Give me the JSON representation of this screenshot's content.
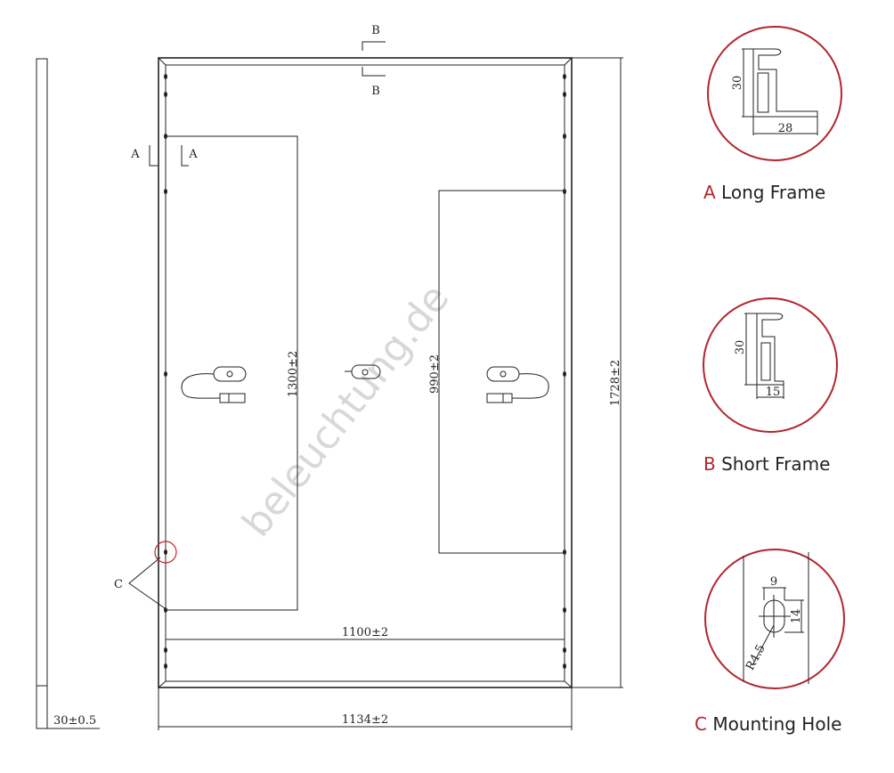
{
  "drawing": {
    "dimensions": {
      "thickness": "30±0.5",
      "width_outer": "1134±2",
      "width_inner": "1100±2",
      "height": "1728±2",
      "long_span": "1300±2",
      "short_span": "990±2"
    },
    "section_marks": {
      "a": "A",
      "b": "B",
      "c": "C"
    },
    "watermark": "beleuchtung.de"
  },
  "details": [
    {
      "letter": "A",
      "title": "Long Frame",
      "dim_height": "30",
      "dim_width": "28"
    },
    {
      "letter": "B",
      "title": "Short Frame",
      "dim_height": "30",
      "dim_width": "15"
    },
    {
      "letter": "C",
      "title": "Mounting Hole",
      "dim_width": "9",
      "dim_height": "14",
      "dim_radius": "R4.5"
    }
  ],
  "colors": {
    "accent": "#b3252e",
    "line": "#222222"
  }
}
